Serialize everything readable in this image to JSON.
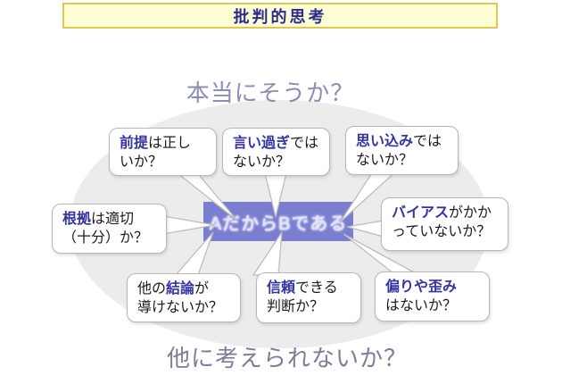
{
  "banner": {
    "title": "批判的思考"
  },
  "questions": {
    "top": "本当にそうか？",
    "bottom": "他に考えられないか？"
  },
  "center_box": {
    "label": "AだからBである"
  },
  "bubbles": [
    {
      "name": "premise",
      "prefix": "",
      "keyword": "前提",
      "suffix": "は正し\nいか？"
    },
    {
      "name": "overstatement",
      "prefix": "",
      "keyword": "言い過ぎ",
      "suffix": "では\nないか？"
    },
    {
      "name": "assumption",
      "prefix": "",
      "keyword": "思い込み",
      "suffix": "では\nないか？"
    },
    {
      "name": "grounds",
      "prefix": "",
      "keyword": "根拠",
      "suffix": "は適切\n（十分）か？"
    },
    {
      "name": "bias",
      "prefix": "",
      "keyword": "バイアス",
      "suffix": "がかか\nっていないか？"
    },
    {
      "name": "other-conclusion",
      "prefix": "他の",
      "keyword": "結論",
      "suffix": "が\n導けないか？"
    },
    {
      "name": "reliability",
      "prefix": "",
      "keyword": "信頼",
      "suffix": "できる\n判断か？"
    },
    {
      "name": "distortion",
      "prefix": "",
      "keyword": "偏りや歪み",
      "suffix": "\nはないか？"
    }
  ],
  "colors": {
    "banner_bg": "#ffffd6",
    "banner_border": "#e2c74e",
    "banner_text": "#2c2c8c",
    "ellipse": "#ececec",
    "box_bg": "#7a7ed1",
    "box_text": "#e2e3f8",
    "keyword": "#3434a0",
    "question_text": "#8a8eb3"
  }
}
